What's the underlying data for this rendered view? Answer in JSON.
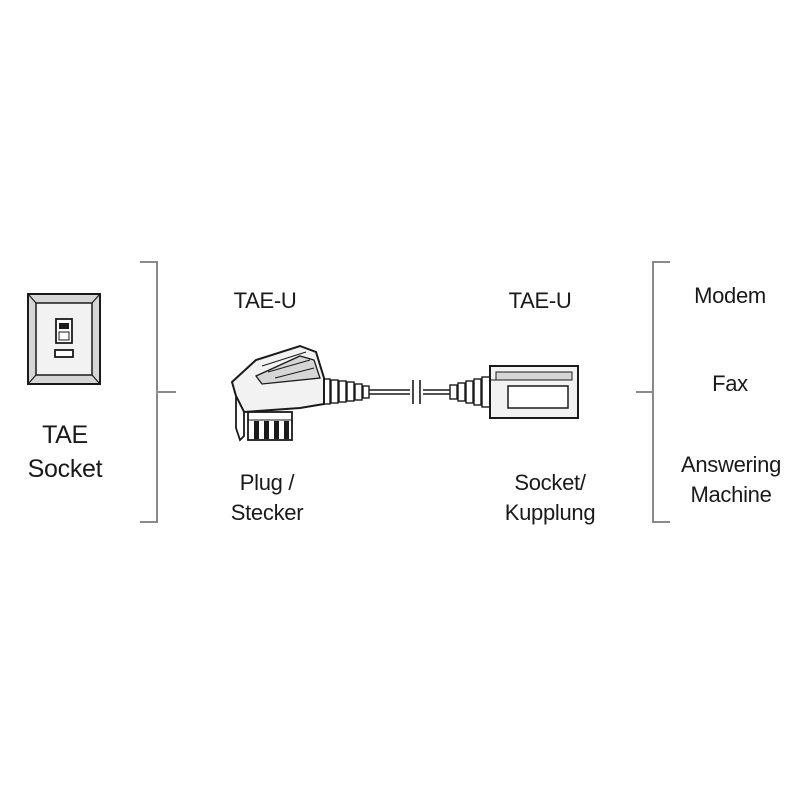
{
  "colors": {
    "ink": "#1a1a1a",
    "bracket": "#8a8a8a",
    "device_fill": "#f2f2f2",
    "device_shade": "#d6d6d6"
  },
  "left": {
    "socket_icon": "tae-wall-socket-icon",
    "label_line1": "TAE",
    "label_line2": "Socket"
  },
  "plug": {
    "type": "TAE-U",
    "icon": "tae-plug-icon",
    "label_line1": "Plug /",
    "label_line2": "Stecker"
  },
  "coupler": {
    "type": "TAE-U",
    "icon": "tae-coupler-icon",
    "label_line1": "Socket/",
    "label_line2": "Kupplung"
  },
  "devices": {
    "item1": "Modem",
    "item2": "Fax",
    "item3_line1": "Answering",
    "item3_line2": "Machine"
  }
}
